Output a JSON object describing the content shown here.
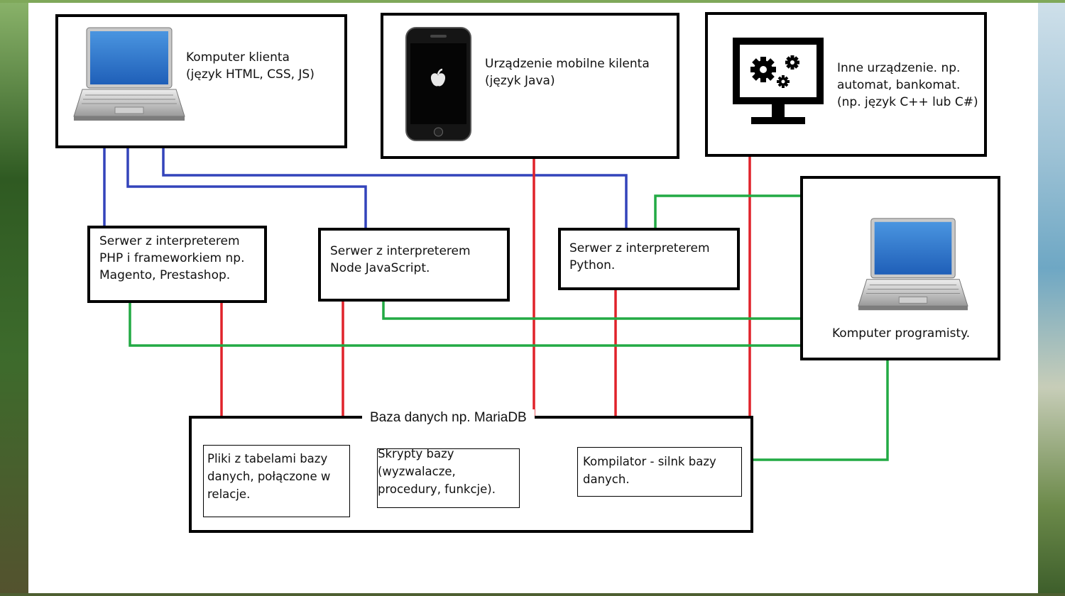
{
  "colors": {
    "http": "#3344bb",
    "db_link": "#e0222a",
    "dev_link": "#22aa44",
    "internal": "#a070b0"
  },
  "devices": {
    "client_pc": "Komputer klienta\n(język HTML, CSS, JS)",
    "mobile": "Urządzenie mobilne kilenta\n(język Java)",
    "other": "Inne urządzenie. np.\nautomat, bankomat.\n(np. język C++ lub C#)"
  },
  "servers": {
    "php": "Serwer z interpreterem\nPHP i frameworkiem np.\nMagento, Prestashop.",
    "node": "Serwer z interpreterem\nNode JavaScript.",
    "python": "Serwer z interpreterem\nPython."
  },
  "developer": "Komputer programisty.",
  "database": {
    "title": "Baza danych np. MariaDB",
    "files": "Pliki z tabelami bazy\ndanych, połączone w\nrelacje.",
    "scripts": "Skrypty bazy\n(wyzwalacze,\nprocedury, funkcje).",
    "compiler": "Kompilator - silnk bazy\ndanych."
  },
  "icons": [
    "laptop-icon",
    "smartphone-icon",
    "monitor-gears-icon",
    "laptop-icon"
  ]
}
